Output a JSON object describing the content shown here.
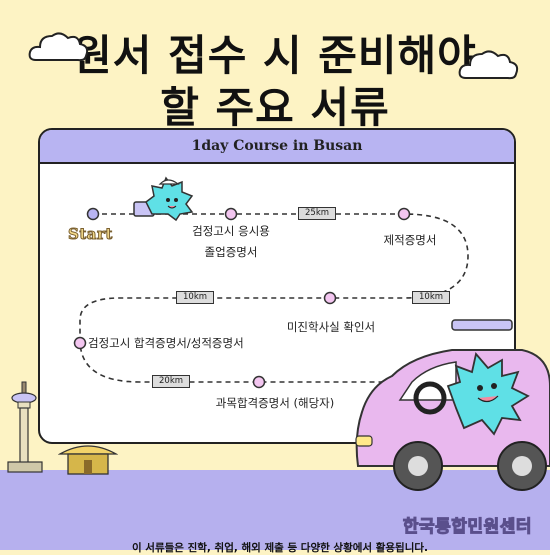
{
  "title": {
    "line1": "원서 접수 시 준비해야",
    "line2": "할 주요 서류"
  },
  "card": {
    "header": "1day Course in Busan",
    "start": "Start",
    "stops": [
      {
        "label_line1": "검정고시 응시용",
        "label_line2": "졸업증명서"
      },
      {
        "label_line1": "제적증명서",
        "label_line2": ""
      },
      {
        "label_line1": "미진학사실 확인서",
        "label_line2": ""
      },
      {
        "label_line1": "검정고시 합격증명서/성적증명서",
        "label_line2": ""
      },
      {
        "label_line1": "과목합격증명서 (해당자)",
        "label_line2": ""
      }
    ],
    "distances": [
      "25km",
      "10km",
      "10km",
      "20km"
    ]
  },
  "footnote": "이 서류들은 진학, 취업, 해외 제출 등 다양한 상황에서 활용됩니다.",
  "brand": "한국통합민원센터",
  "colors": {
    "background": "#fdf3c4",
    "card_header": "#b8b4f2",
    "bottom_band": "#b6b0ee",
    "stop_dot": "#f3c6f0",
    "car": "#e9b8ee",
    "mascot": "#5fe0e6"
  }
}
